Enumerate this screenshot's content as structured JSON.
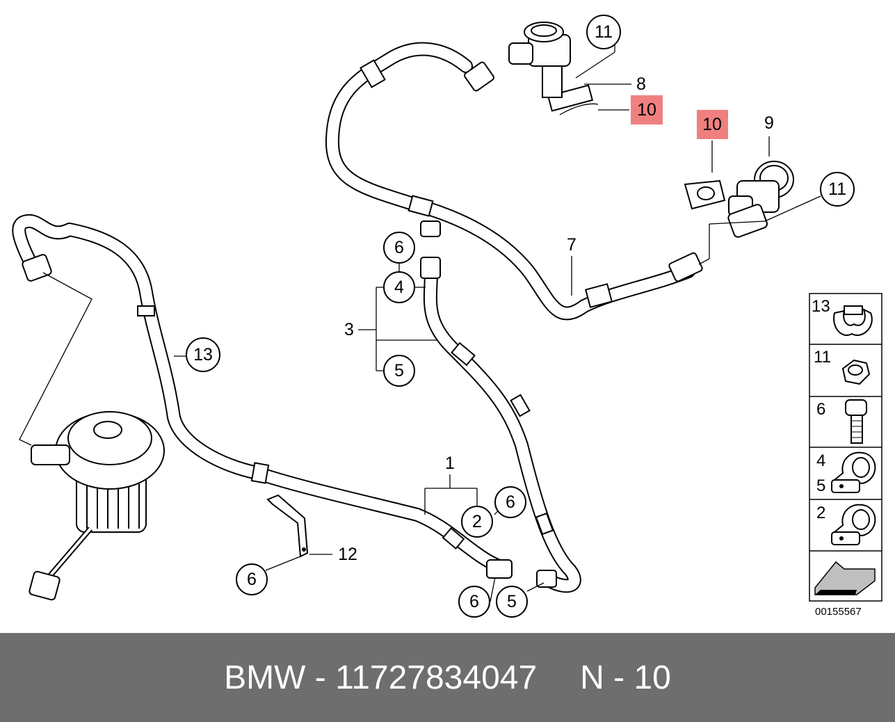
{
  "callouts": {
    "c11_top": "11",
    "c8": "8",
    "c10_top": "10",
    "c10_right": "10",
    "c9": "9",
    "c11_right": "11",
    "c7": "7",
    "c6_mid": "6",
    "c4_mid": "4",
    "c3": "3",
    "c5_mid": "5",
    "c13": "13",
    "c1": "1",
    "c6_lower": "6",
    "c2": "2",
    "c12": "12",
    "c6_bracket": "6",
    "c6_bottom": "6",
    "c5_bottom": "5"
  },
  "highlight_color": "#f08080",
  "legend": {
    "items": [
      {
        "labels": [
          "13"
        ],
        "icon": "hose-clip-icon"
      },
      {
        "labels": [
          "11"
        ],
        "icon": "hex-nut-icon"
      },
      {
        "labels": [
          "6"
        ],
        "icon": "bolt-icon"
      },
      {
        "labels": [
          "4",
          "5"
        ],
        "icon": "cable-clamp-icon"
      },
      {
        "labels": [
          "2"
        ],
        "icon": "cable-clamp-icon"
      },
      {
        "labels": [],
        "icon": "direction-arrow-icon"
      }
    ],
    "reference": "00155567"
  },
  "footer": {
    "part_text": "BMW - 11727834047",
    "page_text": "N - 10"
  }
}
